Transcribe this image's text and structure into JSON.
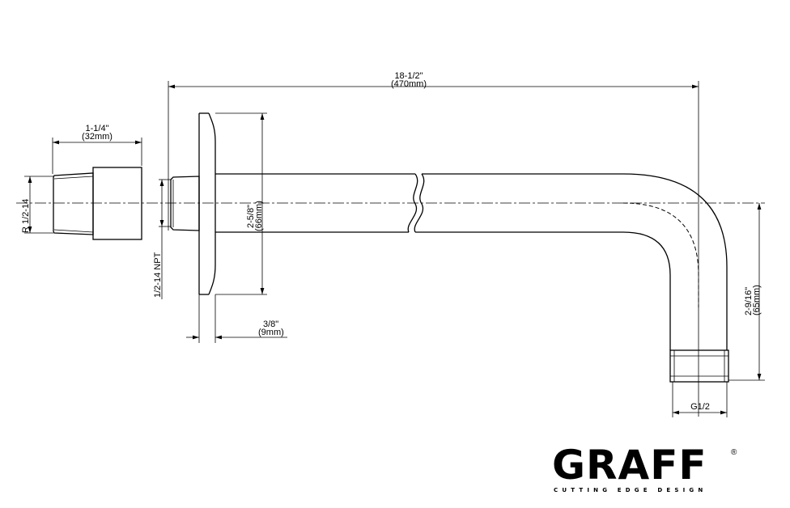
{
  "dimensions": {
    "overall_length": {
      "imperial": "18-1/2\"",
      "metric": "(470mm)"
    },
    "adapter_length": {
      "imperial": "1-1/4\"",
      "metric": "(32mm)"
    },
    "adapter_thread": "R 1/2-14",
    "inlet_thread": "1/2-14 NPT",
    "flange_diameter": {
      "imperial": "2-5/8\"",
      "metric": "(66mm)"
    },
    "flange_depth": {
      "imperial": "3/8\"",
      "metric": "(9mm)"
    },
    "drop_height": {
      "imperial": "2-9/16\"",
      "metric": "(65mm)"
    },
    "outlet_thread": "G1/2"
  },
  "brand": {
    "name": "GRAFF",
    "registered": "®",
    "tagline": "CUTTING EDGE DESIGN"
  }
}
